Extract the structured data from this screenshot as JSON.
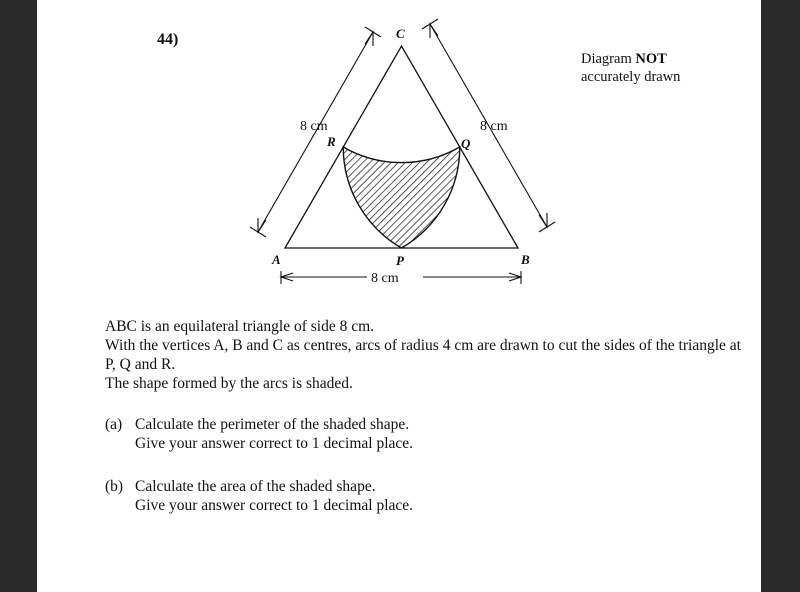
{
  "question_number": "44)",
  "note": {
    "line1_prefix": "Diagram ",
    "line1_bold": "NOT",
    "line2": "accurately drawn"
  },
  "diagram": {
    "vertex_labels": {
      "a": "A",
      "b": "B",
      "c": "C"
    },
    "point_labels": {
      "p": "P",
      "q": "Q",
      "r": "R"
    },
    "side_labels": {
      "left": "8 cm",
      "right": "8 cm",
      "bottom": "8 cm"
    },
    "side_length_cm": 8,
    "arc_radius_cm": 4
  },
  "intro": {
    "line1": "ABC is an equilateral triangle of side 8 cm.",
    "line2": "With the vertices A, B and C as centres, arcs of radius 4 cm are drawn to cut the sides of the triangle at P, Q and R.",
    "line3": "The shape formed by the arcs is shaded."
  },
  "parts": [
    {
      "label": "(a)",
      "line1": "Calculate the perimeter of the shaded shape.",
      "line2": "Give your answer correct to 1 decimal place."
    },
    {
      "label": "(b)",
      "line1": "Calculate the area of the shaded shape.",
      "line2": "Give your answer correct to 1 decimal place."
    }
  ]
}
